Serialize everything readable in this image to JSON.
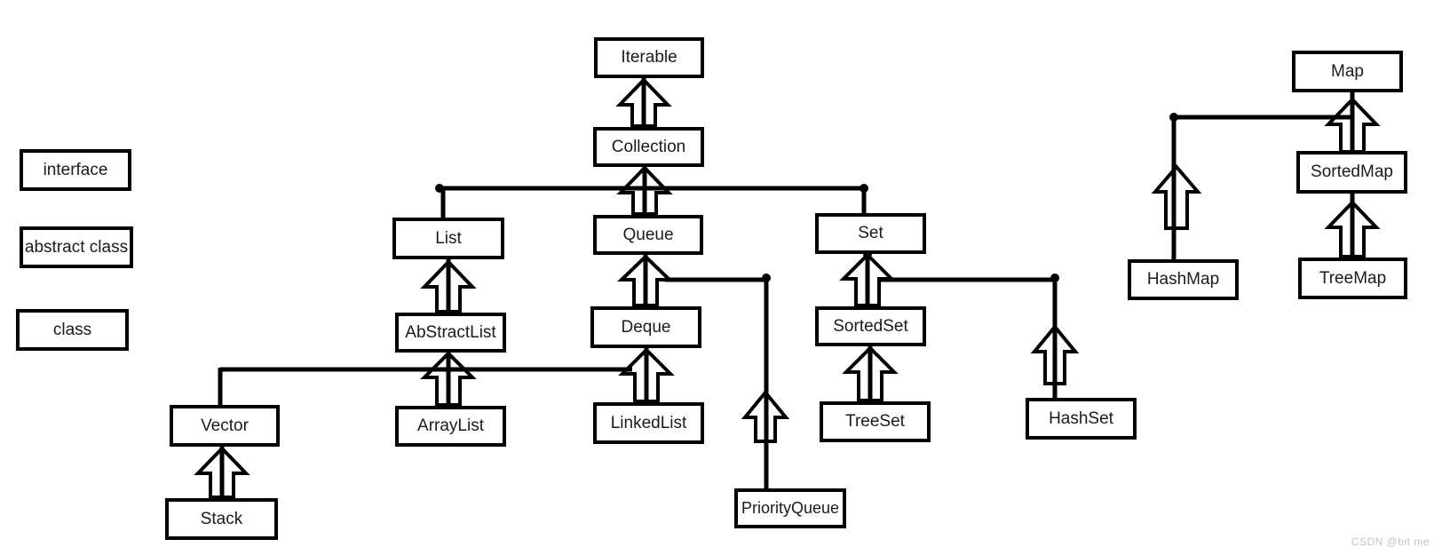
{
  "diagram": {
    "legend": [
      {
        "label": "interface"
      },
      {
        "label": "abstract class"
      },
      {
        "label": "class"
      }
    ],
    "nodes": {
      "iterable": {
        "label": "Iterable",
        "kind": "interface"
      },
      "collection": {
        "label": "Collection",
        "kind": "interface"
      },
      "list": {
        "label": "List",
        "kind": "interface"
      },
      "queue": {
        "label": "Queue",
        "kind": "interface"
      },
      "set": {
        "label": "Set",
        "kind": "interface"
      },
      "abstractlist": {
        "label": "AbStractList",
        "kind": "abstract class"
      },
      "deque": {
        "label": "Deque",
        "kind": "interface"
      },
      "sortedset": {
        "label": "SortedSet",
        "kind": "interface"
      },
      "arraylist": {
        "label": "ArrayList",
        "kind": "class"
      },
      "vector": {
        "label": "Vector",
        "kind": "class"
      },
      "linkedlist": {
        "label": "LinkedList",
        "kind": "class"
      },
      "treeset": {
        "label": "TreeSet",
        "kind": "class"
      },
      "hashset": {
        "label": "HashSet",
        "kind": "class"
      },
      "stack": {
        "label": "Stack",
        "kind": "class"
      },
      "priorityqueue": {
        "label": "PriorityQueue",
        "kind": "class"
      },
      "map": {
        "label": "Map",
        "kind": "interface"
      },
      "sortedmap": {
        "label": "SortedMap",
        "kind": "interface"
      },
      "hashmap": {
        "label": "HashMap",
        "kind": "class"
      },
      "treemap": {
        "label": "TreeMap",
        "kind": "class"
      }
    },
    "edges": [
      {
        "from": "Collection",
        "to": "Iterable"
      },
      {
        "from": "List",
        "to": "Collection"
      },
      {
        "from": "Queue",
        "to": "Collection"
      },
      {
        "from": "Set",
        "to": "Collection"
      },
      {
        "from": "AbStractList",
        "to": "List"
      },
      {
        "from": "ArrayList",
        "to": "AbStractList"
      },
      {
        "from": "Vector",
        "to": "AbStractList"
      },
      {
        "from": "LinkedList",
        "to": "AbStractList"
      },
      {
        "from": "Stack",
        "to": "Vector"
      },
      {
        "from": "Deque",
        "to": "Queue"
      },
      {
        "from": "PriorityQueue",
        "to": "Queue"
      },
      {
        "from": "LinkedList",
        "to": "Deque"
      },
      {
        "from": "SortedSet",
        "to": "Set"
      },
      {
        "from": "HashSet",
        "to": "Set"
      },
      {
        "from": "TreeSet",
        "to": "SortedSet"
      },
      {
        "from": "SortedMap",
        "to": "Map"
      },
      {
        "from": "HashMap",
        "to": "Map"
      },
      {
        "from": "TreeMap",
        "to": "SortedMap"
      }
    ]
  },
  "watermark": "CSDN @bit me",
  "colors": {
    "line": "#000000",
    "box_border": "#000000",
    "background": "#ffffff",
    "watermark_text": "#c3c3c3"
  }
}
